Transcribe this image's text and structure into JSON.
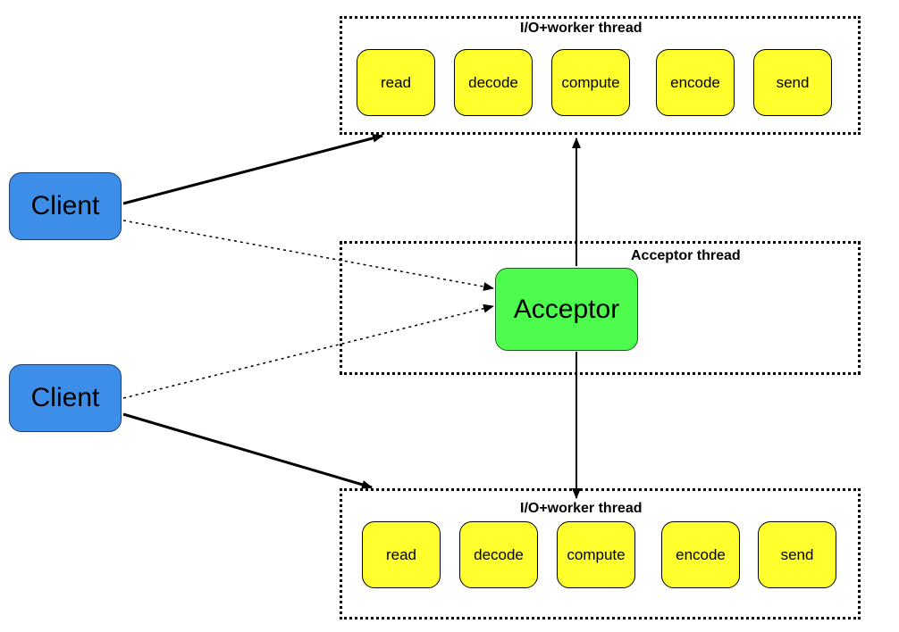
{
  "top_group": {
    "title": "I/O+worker thread",
    "stages": [
      "read",
      "decode",
      "compute",
      "encode",
      "send"
    ]
  },
  "acceptor_group": {
    "title": "Acceptor thread",
    "acceptor_label": "Acceptor"
  },
  "bottom_group": {
    "title": "I/O+worker thread",
    "stages": [
      "read",
      "decode",
      "compute",
      "encode",
      "send"
    ]
  },
  "clients": [
    "Client",
    "Client"
  ],
  "colors": {
    "stage_fill": "#ffff2e",
    "client_fill": "#3d8ee8",
    "acceptor_fill": "#4dfc4d",
    "line": "#000000"
  }
}
